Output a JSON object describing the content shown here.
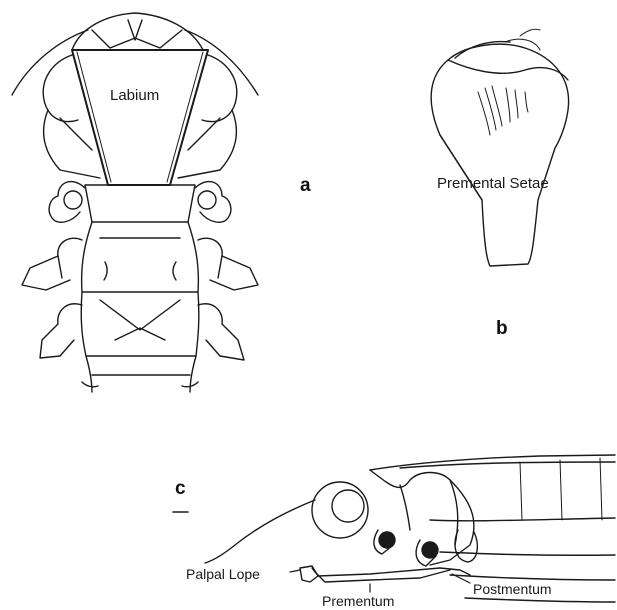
{
  "panels": {
    "a": "a",
    "b": "b",
    "c": "c"
  },
  "labels": {
    "labium": "Labium",
    "premental_setae": "Premental Setae",
    "palpal_lope": "Palpal Lope",
    "prementum": "Prementum",
    "postmentum": "Postmentum"
  },
  "colors": {
    "ink": "#1a1a1a",
    "background": "#ffffff"
  }
}
